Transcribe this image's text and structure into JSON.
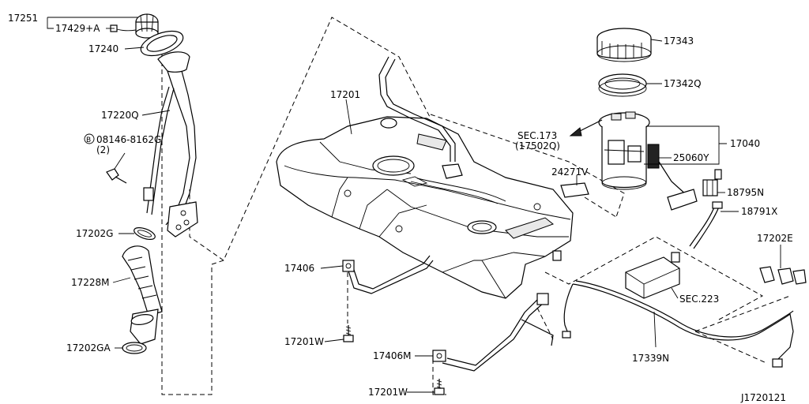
{
  "labels": {
    "p17251": "17251",
    "p17429a": "17429+A",
    "p17240": "17240",
    "p17220q": "17220Q",
    "bolt_circle": "B",
    "bolt_part": "08146-8162G",
    "bolt_qty": "(2)",
    "p17202g": "17202G",
    "p17228m": "17228M",
    "p17202ga": "17202GA",
    "p17201": "17201",
    "p17406_a": "17406",
    "p17201w_a": "17201W",
    "p17406m": "17406M",
    "p17201w_b": "17201W",
    "p17343": "17343",
    "p17342q": "17342Q",
    "sec173": "SEC.173",
    "sec173_sub": "(17502Q)",
    "p17040": "17040",
    "p25060y": "25060Y",
    "p24271v": "24271V",
    "p18795n": "18795N",
    "p18791x": "18791X",
    "p17202e": "17202E",
    "sec223": "SEC.223",
    "p17339n": "17339N",
    "diagram_id": "J1720121"
  }
}
